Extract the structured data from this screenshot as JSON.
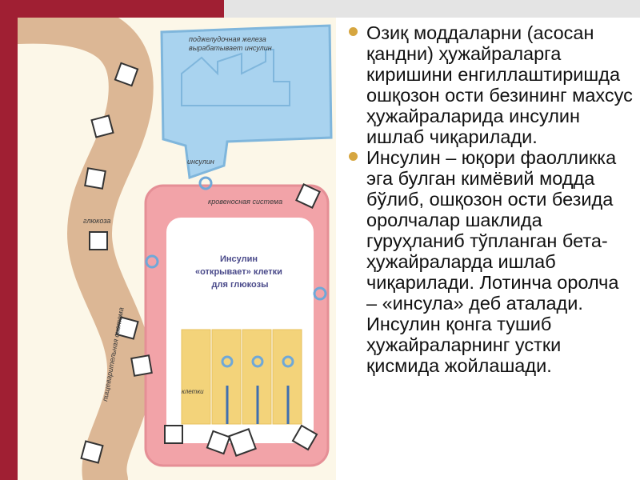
{
  "illustration": {
    "pancreas_label": "поджелудочная железа\nвырабатывает инсулин",
    "insulin_label": "инсулин",
    "circulatory_label": "кровеносная система",
    "glucose_label": "глюкоза",
    "digestive_label": "пищеварительная система",
    "cells_title": [
      "Инсулин",
      "«открывает» клетки",
      "для глюкозы"
    ],
    "cells_label": "клетки"
  },
  "bullets": [
    "Озиқ моддаларни (асосан қандни) ҳужайраларга киришини енгиллаштиришда ошқозон ости безининг махсус ҳужайраларида инсулин ишлаб чиқарилади.",
    "Инсулин – юқори фаолликка эга булган кимёвий модда бўлиб, ошқозон ости безида оролчалар шаклида гуруҳланиб тўпланган бета-ҳужайраларда ишлаб чиқарилади. Лотинча оролча – «инсула» деб аталади. Инсулин қонга тушиб ҳужайраларнинг устки қисмида жойлашади."
  ],
  "colors": {
    "frame": "#a01f33",
    "bullet": "#d6a640",
    "blood": "#f2a3a8",
    "pancreas": "#a9d3ef",
    "gut": "#dcb795",
    "cells": "#f3d37a"
  }
}
